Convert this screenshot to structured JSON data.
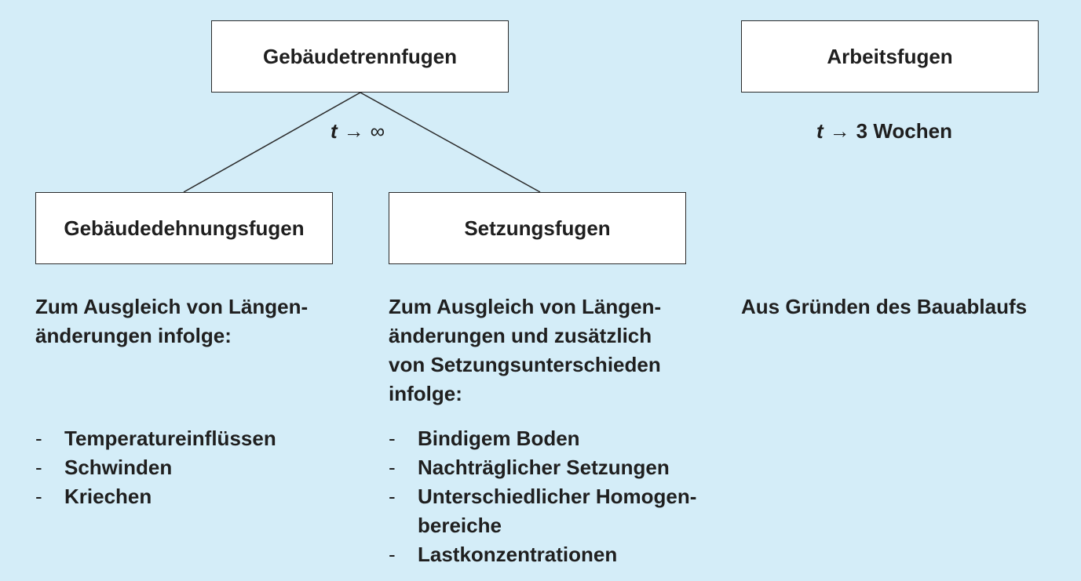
{
  "boxes": {
    "top": "Gebäudetrennfugen",
    "right": "Arbeitsfugen",
    "left": "Gebäudedehnungsfugen",
    "mid": "Setzungsfugen"
  },
  "formulas": {
    "left": {
      "variable": "t",
      "arrow": "→",
      "value": "∞"
    },
    "right": {
      "variable": "t",
      "arrow": "→",
      "value": "3 Wochen"
    }
  },
  "descriptions": {
    "left": [
      "Zum Ausgleich von Längen-",
      "änderungen infolge:"
    ],
    "mid": [
      "Zum Ausgleich von Längen-",
      "änderungen und zusätzlich",
      "von Setzungsunterschieden",
      "infolge:"
    ],
    "right": [
      "Aus Gründen des Bauablaufs"
    ]
  },
  "lists": {
    "bullet": "-",
    "left": [
      [
        "Temperatureinflüssen"
      ],
      [
        "Schwinden"
      ],
      [
        "Kriechen"
      ]
    ],
    "mid": [
      [
        "Bindigem Boden"
      ],
      [
        "Nachträglicher Setzungen"
      ],
      [
        "Unterschiedlicher Homogen-",
        "bereiche"
      ],
      [
        "Lastkonzentrationen"
      ]
    ]
  },
  "colors": {
    "background": "#d4edf8",
    "box_fill": "#ffffff",
    "line": "#2a2a2a",
    "text": "#1f1f1f"
  }
}
